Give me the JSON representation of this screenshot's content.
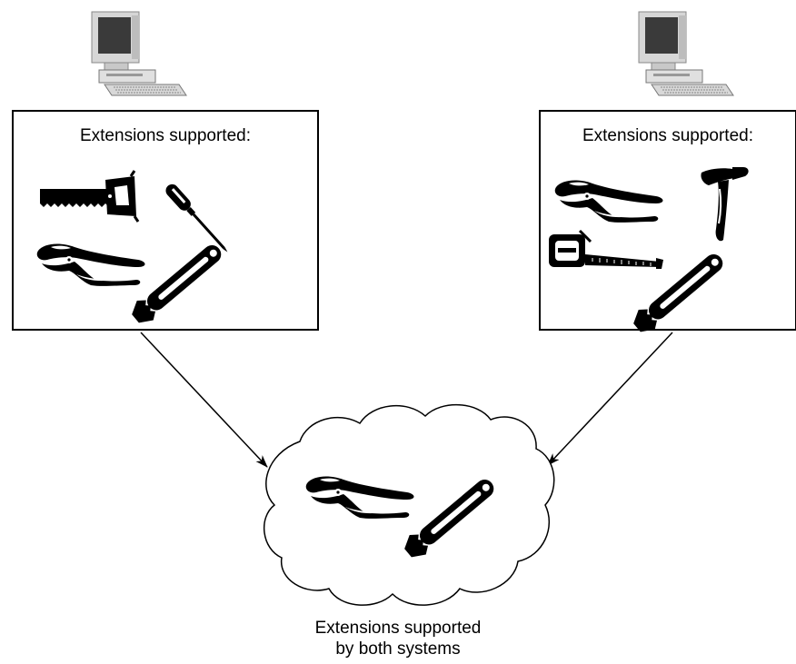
{
  "diagram": {
    "left_system": {
      "panel_title": "Extensions supported:",
      "computer_icon": "computer-icon",
      "tools": [
        "saw-icon",
        "screwdriver-icon",
        "pliers-icon",
        "wrench-icon"
      ]
    },
    "right_system": {
      "panel_title": "Extensions supported:",
      "computer_icon": "computer-icon",
      "tools": [
        "pliers-icon",
        "hammer-icon",
        "tape-measure-icon",
        "wrench-icon"
      ]
    },
    "shared": {
      "caption_line1": "Extensions supported",
      "caption_line2": "by both systems",
      "tools": [
        "pliers-icon",
        "wrench-icon"
      ]
    },
    "colors": {
      "ink": "#000000",
      "monitor_screen": "#3a3a3a",
      "computer_body": "#d6d6d6",
      "background": "#ffffff"
    }
  }
}
